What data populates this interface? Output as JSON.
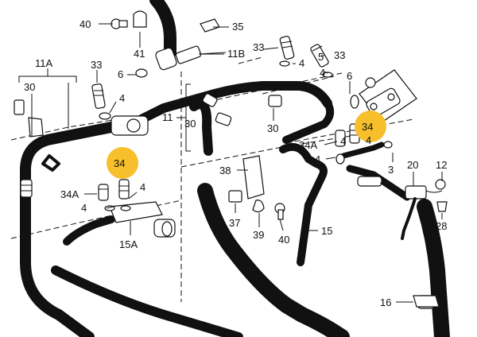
{
  "diagram": {
    "labels": {
      "l40_top": "40",
      "l41": "41",
      "l35": "35",
      "l11B": "11B",
      "l6_top": "6",
      "l11A": "11A",
      "l30_left": "30",
      "l33_left": "33",
      "l4_left": "4",
      "l33_mid": "33",
      "l4_mid_a": "4",
      "l5": "5",
      "l33_right": "33",
      "l4_mid_b": "4",
      "l6_right": "6",
      "l11": "11",
      "l30_mid": "30",
      "l30_center": "30",
      "l34A_mid": "34A",
      "l4_mid_c": "4",
      "l4_mid_d": "4",
      "l4_right": "4",
      "l3": "3",
      "l20": "20",
      "l12": "12",
      "l28": "28",
      "l38": "38",
      "l37": "37",
      "l39": "39",
      "l40_bottom": "40",
      "l15": "15",
      "l34A_left": "34A",
      "l4_low_a": "4",
      "l4_low_b": "4",
      "l15A": "15A",
      "l16": "16"
    },
    "highlights": {
      "h_left": "34",
      "h_right": "34"
    },
    "highlight_color": "#f6bf2b"
  }
}
